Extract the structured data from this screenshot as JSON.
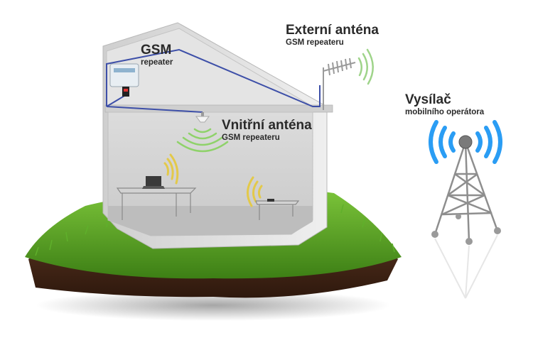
{
  "labels": {
    "repeater": {
      "title": "GSM",
      "subtitle": "repeater"
    },
    "external_antenna": {
      "title": "Externí anténa",
      "subtitle": "GSM repeateru"
    },
    "internal_antenna": {
      "title": "Vnitřní anténa",
      "subtitle": "GSM repeateru"
    },
    "transmitter": {
      "title": "Vysílač",
      "subtitle": "mobilního operátora"
    }
  },
  "colors": {
    "grass": "#4f9a1f",
    "soil": "#4a2a18",
    "wall": "#d9d9d9",
    "signal_green": "#8fd26a",
    "signal_yellow": "#e3c94a",
    "signal_blue": "#2a9df4",
    "cable": "#3d4fa8"
  },
  "icons": {
    "external_antenna": "yagi-antenna-icon",
    "internal_antenna": "ceiling-antenna-icon",
    "repeater": "repeater-box-icon",
    "tower": "transmitter-tower-icon",
    "laptop": "laptop-icon"
  }
}
